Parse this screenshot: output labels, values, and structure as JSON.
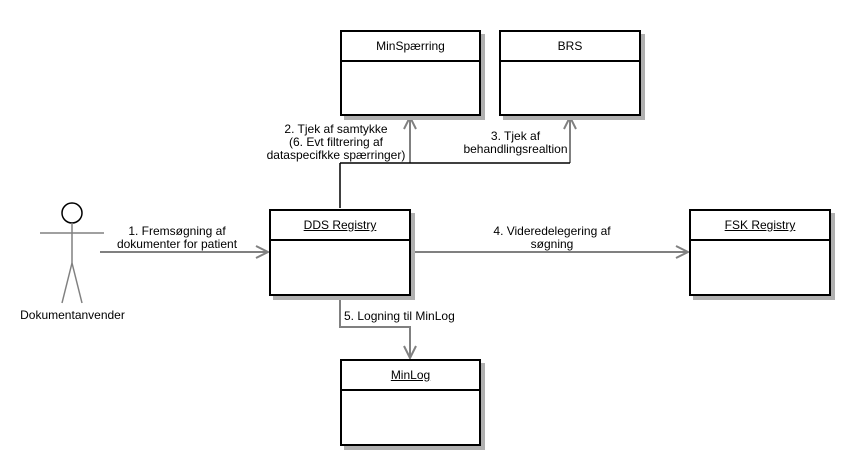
{
  "diagram": {
    "actor": {
      "name": "Dokumentanvender"
    },
    "objects": [
      {
        "id": "minspaerring",
        "name": "MinSpærring",
        "underlined": false
      },
      {
        "id": "brs",
        "name": "BRS",
        "underlined": false
      },
      {
        "id": "dds",
        "name": "DDS Registry",
        "underlined": true
      },
      {
        "id": "fsk",
        "name": "FSK Registry",
        "underlined": true
      },
      {
        "id": "minlog",
        "name": "MinLog",
        "underlined": true
      }
    ],
    "messages": [
      {
        "id": "m1",
        "from": "Dokumentanvender",
        "to": "DDS Registry",
        "lines": [
          "1. Fremsøgning af",
          "dokumenter for patient"
        ]
      },
      {
        "id": "m2",
        "from": "DDS Registry",
        "to": "MinSpærring",
        "lines": [
          "2. Tjek af samtykke",
          "(6. Evt filtrering af",
          "dataspecifkke spærringer)"
        ]
      },
      {
        "id": "m3",
        "from": "DDS Registry",
        "to": "BRS",
        "lines": [
          "3. Tjek af",
          "behandlingsrealtion"
        ]
      },
      {
        "id": "m4",
        "from": "DDS Registry",
        "to": "FSK Registry",
        "lines": [
          "4. Videredelegering af",
          "søgning"
        ]
      },
      {
        "id": "m5",
        "from": "DDS Registry",
        "to": "MinLog",
        "lines": [
          "5. Logning til MinLog"
        ]
      }
    ]
  }
}
